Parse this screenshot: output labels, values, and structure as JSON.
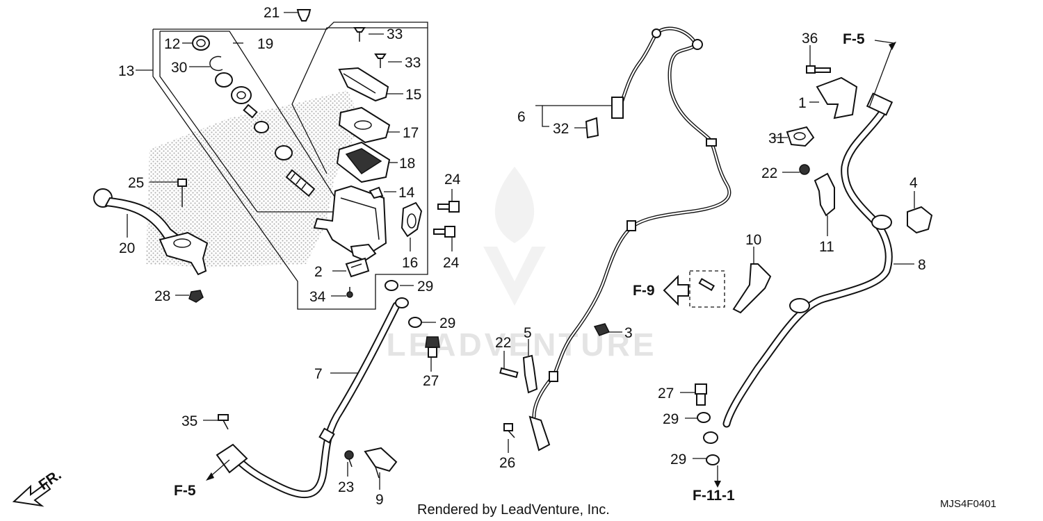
{
  "diagram": {
    "watermark": "LEADVENTURE",
    "footer_credit": "Rendered by LeadVenture, Inc.",
    "diagram_code": "MJS4F0401",
    "direction_label": "FR.",
    "part_labels": {
      "p1": "1",
      "p2": "2",
      "p3": "3",
      "p4": "4",
      "p5": "5",
      "p6": "6",
      "p7": "7",
      "p8": "8",
      "p9": "9",
      "p10": "10",
      "p11": "11",
      "p12": "12",
      "p13": "13",
      "p14": "14",
      "p15": "15",
      "p16": "16",
      "p17": "17",
      "p18": "18",
      "p19": "19",
      "p20": "20",
      "p21": "21",
      "p22a": "22",
      "p22b": "22",
      "p23": "23",
      "p24a": "24",
      "p24b": "24",
      "p25": "25",
      "p26": "26",
      "p27a": "27",
      "p27b": "27",
      "p28": "28",
      "p29a": "29",
      "p29b": "29",
      "p29c": "29",
      "p29d": "29",
      "p30": "30",
      "p31": "31",
      "p32": "32",
      "p33a": "33",
      "p33b": "33",
      "p34": "34",
      "p35": "35",
      "p36": "36"
    },
    "refs": {
      "f5_bottom": "F-5",
      "f5_top": "F-5",
      "f9": "F-9",
      "f11": "F-11-1"
    }
  }
}
